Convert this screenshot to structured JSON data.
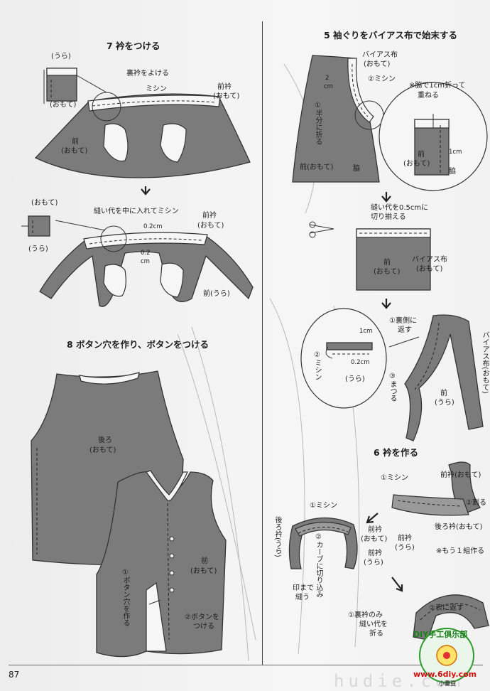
{
  "page_number": "87",
  "watermark": {
    "text": "hudie.com"
  },
  "logo": {
    "ring_text": "DIY手工俱乐部",
    "site": "www.6diy.com",
    "small": "小書豆"
  },
  "step7": {
    "heading": "7 衿をつける",
    "ura": "(うら)",
    "omote": "(おもて)",
    "ura_yokeru": "裏衿をよける",
    "mishin": "ミシン",
    "maeeri": "前衿",
    "maeeri_omote": "(おもて)",
    "mae": "前",
    "mae_omote": "(おもて)",
    "omote2": "(おもて)",
    "ura2": "(うら)",
    "nuishiro": "縫い代を中に入れてミシン",
    "maeeri2": "前衿",
    "maeeri2_omote": "(おもて)",
    "cm02a": "0.2cm",
    "cm02b": "0.2",
    "cm": "cm",
    "mae_ura": "前(うら)"
  },
  "step8": {
    "heading": "8 ボタン穴を作り、ボタンをつける",
    "ushiro": "後ろ",
    "ushiro_omote": "(おもて)",
    "mae": "前",
    "mae_omote": "(おもて)",
    "botan_ana": "①ボタン穴を作る",
    "botan_tsukeru": "②ボタンを",
    "tsukeru": "つける"
  },
  "step5": {
    "heading": "5 袖ぐりをバイアス布で始末する",
    "bias": "バイアス布",
    "bias_omote": "(おもて)",
    "mishin2": "②ミシン",
    "cm2": "2",
    "cm_unit": "cm",
    "hanbun": "①半分に折る",
    "mae_omote": "前(おもて)",
    "waki": "脇",
    "note1": "※脇で1cm折って",
    "note2": "重ねる",
    "cm1": "1cm",
    "mae2": "前",
    "mae2_omote": "(おもて)",
    "waki2": "脇",
    "soroeru1": "縫い代を0.5cmに",
    "soroeru2": "切り揃える",
    "bias2": "バイアス布",
    "bias2_omote": "(おもて)",
    "mae3": "前",
    "mae3_omote": "(おもて)",
    "uragawa": "①裏側に",
    "kaesu": "返す",
    "cm1b": "1cm",
    "mishin_v": "②ミシン",
    "cm02": "0.2cm",
    "ura": "(うら)",
    "matsuru": "③まつる",
    "mae4": "前",
    "mae4_ura": "(うら)",
    "bias_v": "バイアス布(おもて)"
  },
  "step6": {
    "heading": "6 衿を作る",
    "mishin": "①ミシン",
    "maeeri_omote": "前衿(おもて)",
    "waru": "②割る",
    "maeeri_ura": "前衿",
    "maeeri_ura2": "(うら)",
    "ushiroeri": "後ろ衿(おもて)",
    "mou": "※もう１組作る",
    "mishin2": "①ミシン",
    "ushiroeri_ura": "後ろ衿(うら)",
    "maeeri3": "前衿",
    "maeeri3_omote": "(おもて)",
    "maeeri4": "前衿",
    "maeeri4_ura": "(うら)",
    "curve": "②カーブに切り込み",
    "shirushi": "印まで",
    "nuu": "縫う",
    "urameri": "①裏衿のみ",
    "nuishiro": "縫い代を",
    "oru": "折る",
    "omote_kaesu": "②表に返す"
  }
}
